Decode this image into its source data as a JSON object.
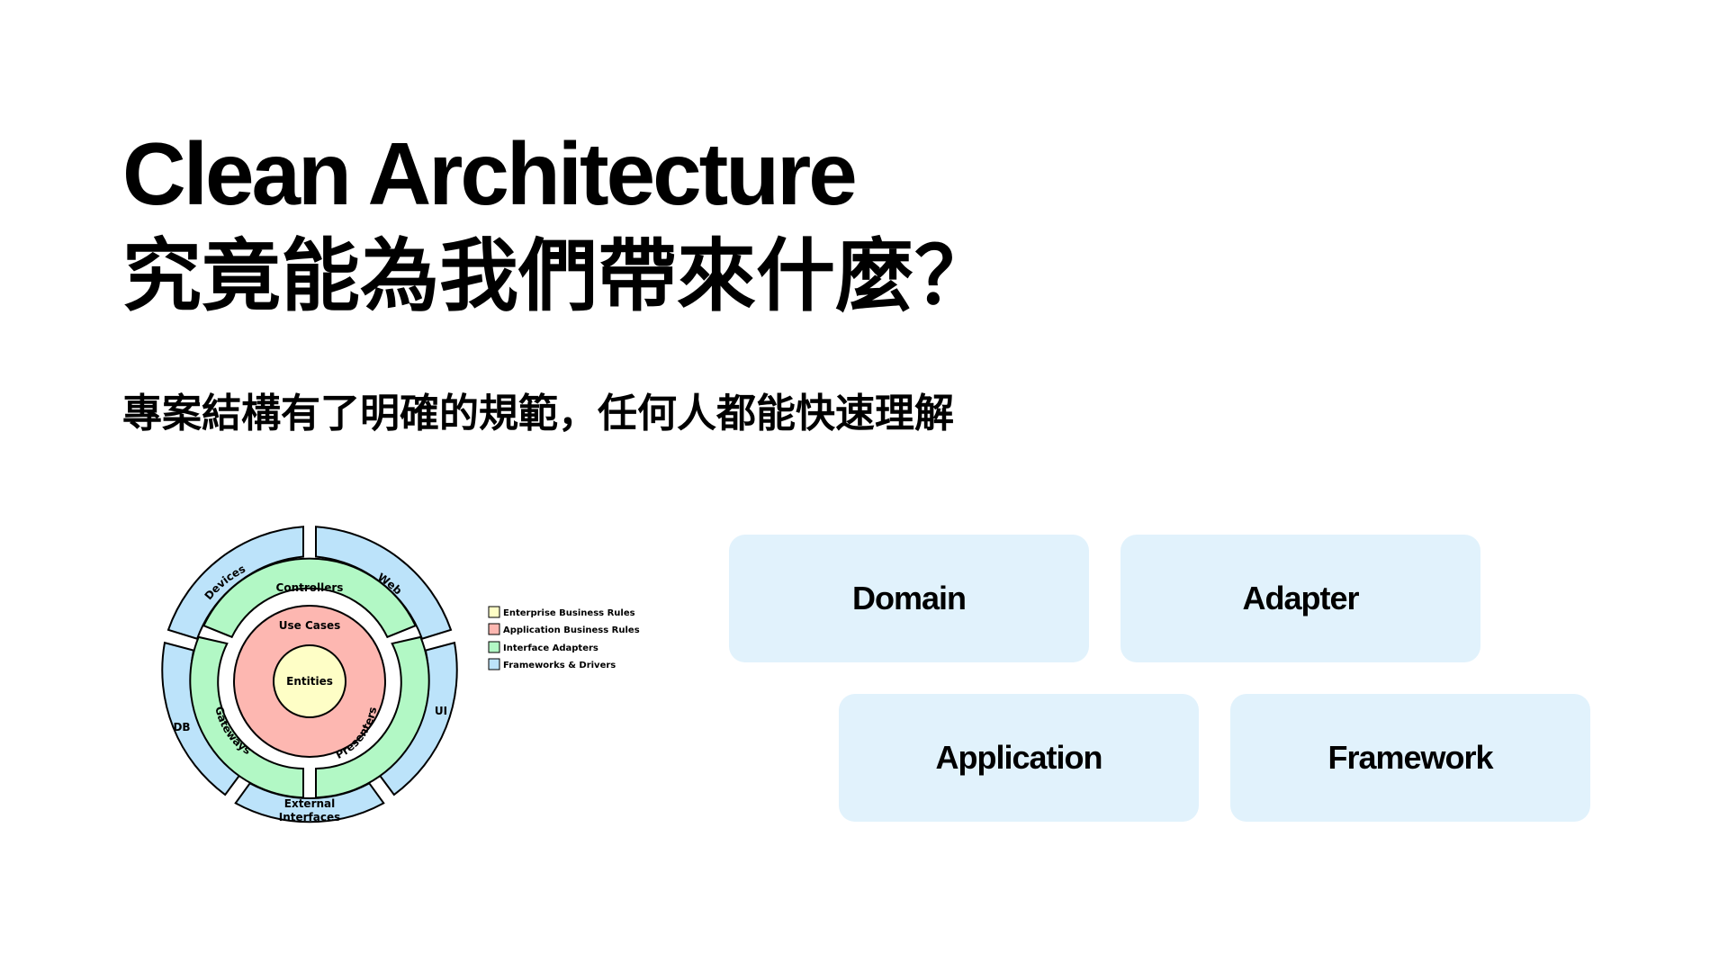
{
  "slide": {
    "title_line1": "Clean Architecture",
    "title_line2": "究竟能為我們帶來什麼？",
    "subtitle": "專案結構有了明確的規範，任何人都能快速理解"
  },
  "diagram": {
    "layers": [
      {
        "label": "Entities",
        "color": "#fefec6"
      },
      {
        "label": "Use Cases",
        "color": "#fdb7b1"
      },
      {
        "label": "Controllers",
        "color": "#b2f8c5"
      },
      {
        "label": "Gateways",
        "color": "#b2f8c5"
      },
      {
        "label": "Presenters",
        "color": "#b2f8c5"
      },
      {
        "label": "Devices",
        "color": "#bce3fa"
      },
      {
        "label": "Web",
        "color": "#bce3fa"
      },
      {
        "label": "UI",
        "color": "#bce3fa"
      },
      {
        "label": "DB",
        "color": "#bce3fa"
      },
      {
        "label": "External",
        "color": "#bce3fa"
      },
      {
        "label": "Interfaces",
        "color": "#bce3fa"
      }
    ],
    "legend": [
      {
        "label": "Enterprise Business Rules",
        "color": "#fefec6"
      },
      {
        "label": "Application Business Rules",
        "color": "#fdb7b1"
      },
      {
        "label": "Interface Adapters",
        "color": "#b2f8c5"
      },
      {
        "label": "Frameworks & Drivers",
        "color": "#bce3fa"
      }
    ]
  },
  "boxes": {
    "domain": "Domain",
    "adapter": "Adapter",
    "application": "Application",
    "framework": "Framework"
  }
}
